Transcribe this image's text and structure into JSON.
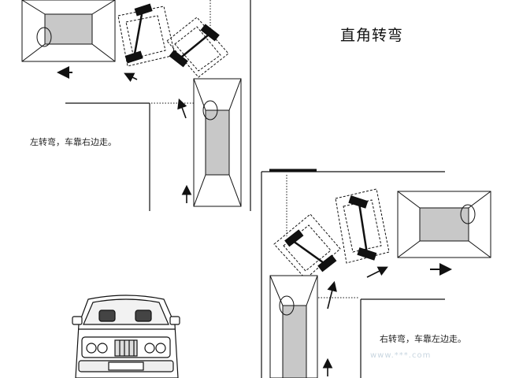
{
  "title": "直角转弯",
  "captions": {
    "left_turn": "左转弯，车靠右边走。",
    "right_turn": "右转弯，车靠左边走。"
  },
  "watermark": "www.***.com",
  "colors": {
    "line": "#111111",
    "car_body": "#ffffff",
    "car_interior": "#c8c8c8",
    "background": "#ffffff"
  }
}
